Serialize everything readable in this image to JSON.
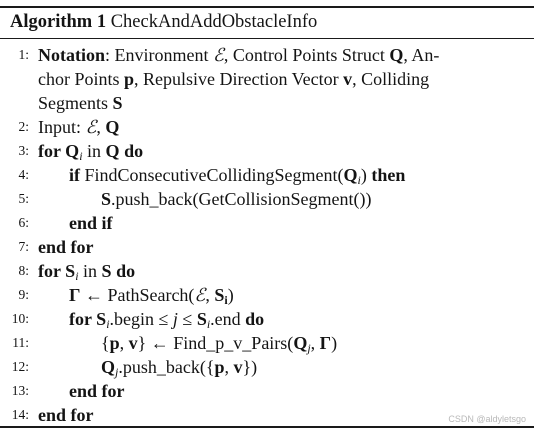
{
  "header": {
    "label": "Algorithm 1",
    "name": "CheckAndAddObstacleInfo"
  },
  "lines": [
    {
      "num": "1:",
      "parts": [
        {
          "t": "Notation",
          "s": "kw"
        },
        {
          "t": ": Environment "
        },
        {
          "t": "ℰ",
          "s": "it"
        },
        {
          "t": ", Control Points Struct "
        },
        {
          "t": "Q",
          "s": "bf"
        },
        {
          "t": ", An-"
        }
      ]
    },
    {
      "num": "",
      "parts": [
        {
          "t": "chor Points "
        },
        {
          "t": "p",
          "s": "bf"
        },
        {
          "t": ", Repulsive Direction Vector "
        },
        {
          "t": "v",
          "s": "bf"
        },
        {
          "t": ", Colliding"
        }
      ]
    },
    {
      "num": "",
      "parts": [
        {
          "t": "Segments "
        },
        {
          "t": "S",
          "s": "bf"
        }
      ]
    },
    {
      "num": "2:",
      "parts": [
        {
          "t": "Input: "
        },
        {
          "t": "ℰ",
          "s": "it"
        },
        {
          "t": ", "
        },
        {
          "t": "Q",
          "s": "bf"
        }
      ]
    },
    {
      "num": "3:",
      "parts": [
        {
          "t": "for ",
          "s": "kw"
        },
        {
          "t": "Q",
          "s": "bf"
        },
        {
          "t": "i",
          "s": "sub"
        },
        {
          "t": " in "
        },
        {
          "t": "Q",
          "s": "bf"
        },
        {
          "t": " do",
          "s": "kw"
        }
      ]
    },
    {
      "num": "4:",
      "parts": [
        {
          "t": "if ",
          "s": "kw"
        },
        {
          "t": "FindConsecutiveCollidingSegment("
        },
        {
          "t": "Q",
          "s": "bf"
        },
        {
          "t": "i",
          "s": "sub"
        },
        {
          "t": ") "
        },
        {
          "t": "then",
          "s": "kw"
        }
      ]
    },
    {
      "num": "5:",
      "parts": [
        {
          "t": "S",
          "s": "bf"
        },
        {
          "t": ".push_back(GetCollisionSegment())"
        }
      ]
    },
    {
      "num": "6:",
      "parts": [
        {
          "t": "end if",
          "s": "kw"
        }
      ]
    },
    {
      "num": "7:",
      "parts": [
        {
          "t": "end for",
          "s": "kw"
        }
      ]
    },
    {
      "num": "8:",
      "parts": [
        {
          "t": "for ",
          "s": "kw"
        },
        {
          "t": "S",
          "s": "bf"
        },
        {
          "t": "i",
          "s": "sub"
        },
        {
          "t": " in "
        },
        {
          "t": "S",
          "s": "bf"
        },
        {
          "t": " do",
          "s": "kw"
        }
      ]
    },
    {
      "num": "9:",
      "parts": [
        {
          "t": "Γ",
          "s": "bf"
        },
        {
          "t": " ← PathSearch("
        },
        {
          "t": "ℰ",
          "s": "it"
        },
        {
          "t": ", "
        },
        {
          "t": "S",
          "s": "bf"
        },
        {
          "t": "i",
          "s": "subbf"
        },
        {
          "t": ")"
        }
      ]
    },
    {
      "num": "10:",
      "parts": [
        {
          "t": "for ",
          "s": "kw"
        },
        {
          "t": "S",
          "s": "bf"
        },
        {
          "t": "i",
          "s": "sub"
        },
        {
          "t": ".begin ≤ "
        },
        {
          "t": "j",
          "s": "it"
        },
        {
          "t": " ≤ "
        },
        {
          "t": "S",
          "s": "bf"
        },
        {
          "t": "i",
          "s": "sub"
        },
        {
          "t": ".end "
        },
        {
          "t": "do",
          "s": "kw"
        }
      ]
    },
    {
      "num": "11:",
      "parts": [
        {
          "t": "{"
        },
        {
          "t": "p",
          "s": "bf"
        },
        {
          "t": ", "
        },
        {
          "t": "v",
          "s": "bf"
        },
        {
          "t": "} ← Find_p_v_Pairs("
        },
        {
          "t": "Q",
          "s": "bf"
        },
        {
          "t": "j",
          "s": "sub"
        },
        {
          "t": ", "
        },
        {
          "t": "Γ",
          "s": "bf"
        },
        {
          "t": ")"
        }
      ]
    },
    {
      "num": "12:",
      "parts": [
        {
          "t": "Q",
          "s": "bf"
        },
        {
          "t": "j",
          "s": "sub"
        },
        {
          "t": ".push_back({"
        },
        {
          "t": "p",
          "s": "bf"
        },
        {
          "t": ", "
        },
        {
          "t": "v",
          "s": "bf"
        },
        {
          "t": "})"
        }
      ]
    },
    {
      "num": "13:",
      "parts": [
        {
          "t": "end for",
          "s": "kw"
        }
      ]
    },
    {
      "num": "14:",
      "parts": [
        {
          "t": "end for",
          "s": "kw"
        }
      ]
    }
  ],
  "watermark": "CSDN @aldyletsgo"
}
